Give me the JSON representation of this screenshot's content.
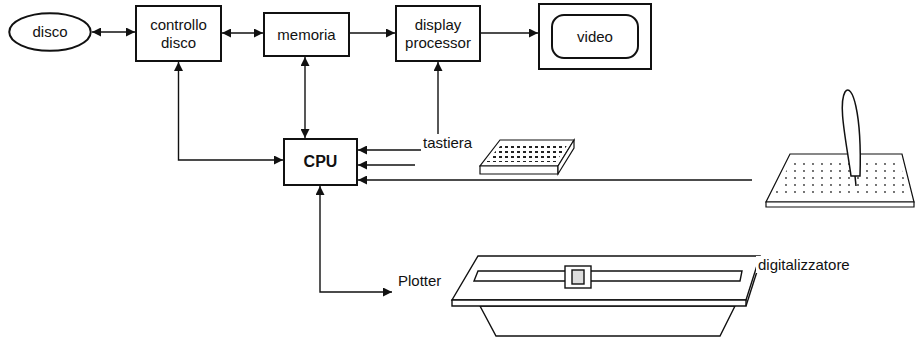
{
  "diagram": {
    "nodes": [
      {
        "text": [
          "disco"
        ]
      },
      {
        "text": [
          "controllo disco"
        ]
      },
      {
        "text": [
          "memoria"
        ]
      },
      {
        "text": [
          "display processor"
        ]
      },
      {
        "text": [
          "video"
        ]
      },
      {
        "text": [
          "CPU"
        ]
      },
      {
        "text": [
          "tastiera"
        ]
      },
      {
        "text": [
          "digitalizzatore"
        ]
      },
      {
        "text": [
          "Plotter"
        ]
      }
    ],
    "edges": [
      {
        "from": 0,
        "to": 1,
        "arrow": "both"
      },
      {
        "from": 1,
        "to": 2,
        "arrow": "both"
      },
      {
        "from": 2,
        "to": 3,
        "arrow": "to"
      },
      {
        "from": 3,
        "to": 4,
        "arrow": "to"
      },
      {
        "from": 1,
        "to": 5,
        "arrow": "both"
      },
      {
        "from": 2,
        "to": 5,
        "arrow": "both"
      },
      {
        "from": 3,
        "to": 5,
        "arrow": "both"
      },
      {
        "from": 6,
        "to": 5,
        "arrow": "to"
      },
      {
        "from": 7,
        "to": 5,
        "arrow": "to"
      },
      {
        "from": 5,
        "to": 8,
        "arrow": "both"
      }
    ]
  }
}
